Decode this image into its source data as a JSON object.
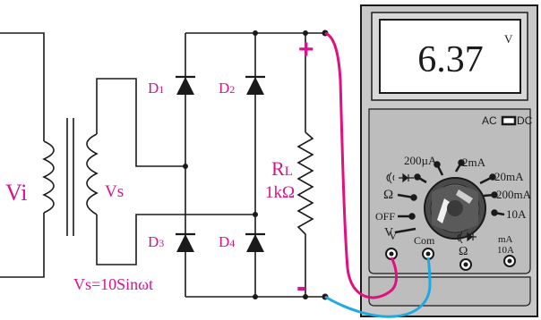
{
  "colors": {
    "line": "#1a1a1a",
    "label_magenta": "#d6148c",
    "probe_magenta": "#e0107f",
    "probe_cyan": "#20a8e0",
    "meter_body": "#c9c9c9",
    "meter_face": "#bdbdbd",
    "meter_screen": "#ffffff"
  },
  "circuit": {
    "input_label": "Vi",
    "secondary_label": "Vs",
    "source_equation": "Vs=10Sinωt",
    "diodes": [
      {
        "letter": "D",
        "index": "1"
      },
      {
        "letter": "D",
        "index": "2"
      },
      {
        "letter": "D",
        "index": "3"
      },
      {
        "letter": "D",
        "index": "4"
      }
    ],
    "load": {
      "name_main": "R",
      "name_sub": "L",
      "value": "1kΩ"
    },
    "plus_sign": "+",
    "minus_sign": "-"
  },
  "meter": {
    "reading": "6.37",
    "reading_unit": "V",
    "mode_ac": "AC",
    "mode_dc": "DC",
    "dial": {
      "micro_amp": "200µA",
      "milli_2": "2mA",
      "milli_20": "20mA",
      "milli_200": "200mA",
      "amp_10": "10A",
      "ohm": "Ω",
      "off": "OFF",
      "volt": "V"
    },
    "jacks": {
      "v": "V",
      "com": "Com",
      "ohm": "Ω",
      "ma_top": "mA",
      "ma_bottom": "10A"
    }
  }
}
